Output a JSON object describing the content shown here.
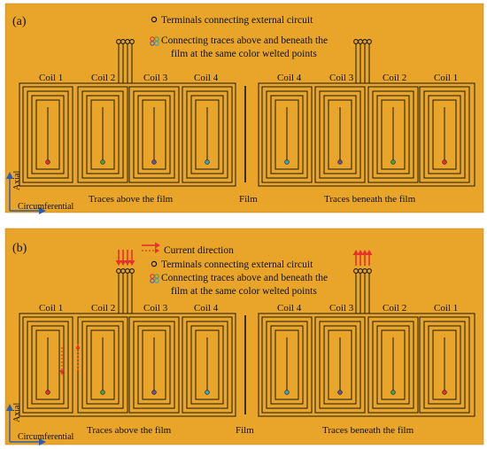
{
  "colors": {
    "background": "#e8a52a",
    "trace": "#1a1a1a",
    "current_arrow": "#e8312a",
    "axis_arrow": "#2a5db0",
    "point_colors": [
      "#e8312a",
      "#3fa34d",
      "#6b4fa0",
      "#2aa6c9"
    ]
  },
  "panel_a": {
    "tag": "(a)",
    "legend": {
      "terminals": "Terminals connecting external circuit",
      "connecting_line1": "Connecting traces above and beneath the",
      "connecting_line2": "film at the same color welted points"
    },
    "coils_above": [
      "Coil 1",
      "Coil 2",
      "Coil 3",
      "Coil 4"
    ],
    "coils_beneath": [
      "Coil 4",
      "Coil 3",
      "Coil 2",
      "Coil 1"
    ],
    "label_above": "Traces above the film",
    "label_film": "Film",
    "label_beneath": "Traces beneath the film",
    "axis_vertical": "Axial",
    "axis_horizontal": "Circumferential"
  },
  "panel_b": {
    "tag": "(b)",
    "legend": {
      "current": "Current direction",
      "terminals": "Terminals connecting external circuit",
      "connecting_line1": "Connecting traces above and beneath the",
      "connecting_line2": "film at the same color welted points"
    },
    "coils_above": [
      "Coil 1",
      "Coil 2",
      "Coil 3",
      "Coil 4"
    ],
    "coils_beneath": [
      "Coil 4",
      "Coil 3",
      "Coil 2",
      "Coil 1"
    ],
    "label_above": "Traces above the film",
    "label_film": "Film",
    "label_beneath": "Traces beneath the film",
    "axis_vertical": "Axial",
    "axis_horizontal": "Circumferential"
  }
}
